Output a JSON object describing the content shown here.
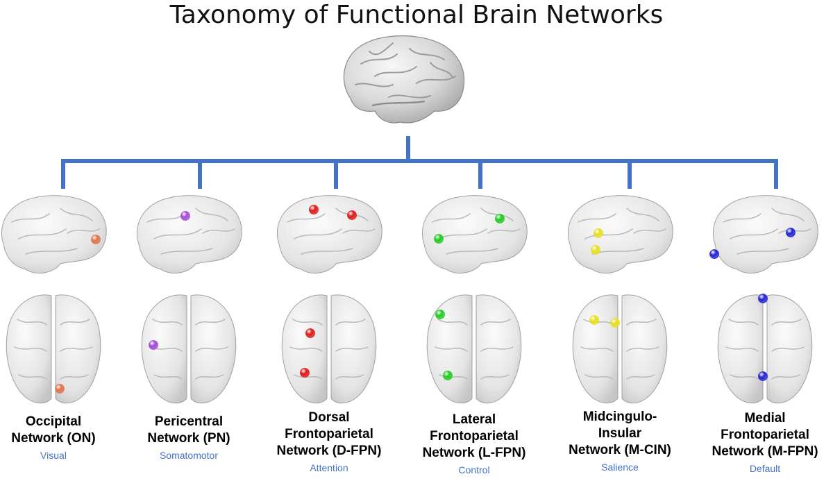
{
  "title": "Taxonomy of Functional Brain Networks",
  "colors": {
    "tree": "#4472c4",
    "subtitle": "#4472c4"
  },
  "networks": [
    {
      "lines": [
        "Occipital",
        "Network (ON)"
      ],
      "subtitle": "Visual",
      "color": "#e0734a"
    },
    {
      "lines": [
        "Pericentral",
        "Network (PN)"
      ],
      "subtitle": "Somatomotor",
      "color": "#a24bd6"
    },
    {
      "lines": [
        "Dorsal",
        "Frontoparietal",
        "Network (D-FPN)"
      ],
      "subtitle": "Attention",
      "color": "#e01a1a"
    },
    {
      "lines": [
        "Lateral",
        "Frontoparietal",
        "Network (L-FPN)"
      ],
      "subtitle": "Control",
      "color": "#22cc22"
    },
    {
      "lines": [
        "Midcingulo-",
        "Insular",
        "Network (M-CIN)"
      ],
      "subtitle": "Salience",
      "color": "#e6e020"
    },
    {
      "lines": [
        "Medial",
        "Frontoparietal",
        "Network (M-FPN)"
      ],
      "subtitle": "Default",
      "color": "#2525d8"
    }
  ]
}
